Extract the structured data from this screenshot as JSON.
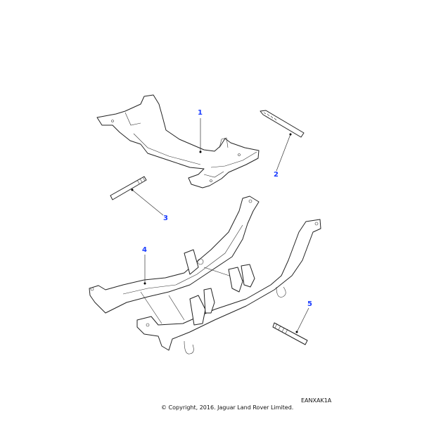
{
  "diagram": {
    "callouts": [
      {
        "number": "1",
        "part": "front-subframe"
      },
      {
        "number": "2",
        "part": "bolt"
      },
      {
        "number": "3",
        "part": "bolt"
      },
      {
        "number": "4",
        "part": "rear-subframe"
      },
      {
        "number": "5",
        "part": "bolt"
      }
    ],
    "illustration_code": "EANXAK1A",
    "copyright": "© Copyright, 2016. Jaguar Land Rover Limited.",
    "callout_color": "#1a3cff"
  }
}
